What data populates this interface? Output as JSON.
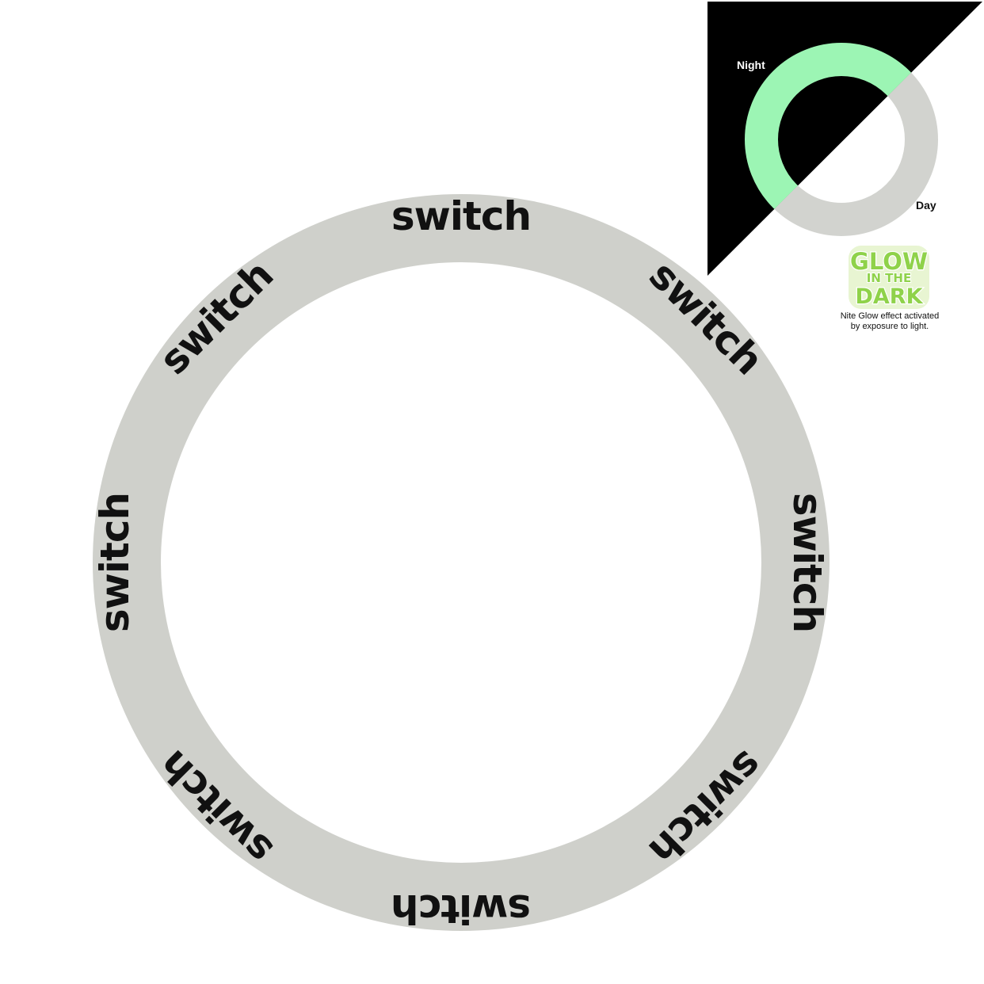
{
  "product": {
    "brand_word": "switch",
    "ring_color": "#cfd0cb",
    "text_color": "#111111",
    "glow_color": "#9cf5b4",
    "word_positions_deg": [
      0,
      -45,
      45,
      -90,
      90,
      -135,
      135,
      180
    ]
  },
  "inset": {
    "night_label": "Night",
    "day_label": "Day",
    "night_bg": "#000000"
  },
  "glow_badge": {
    "line1": "GLOW",
    "line2": "IN THE",
    "line3": "DARK",
    "fill_color": "#8fd24a",
    "outline_color": "#ffffff",
    "caption_line1": "Nite Glow effect activated",
    "caption_line2": "by exposure to light."
  }
}
